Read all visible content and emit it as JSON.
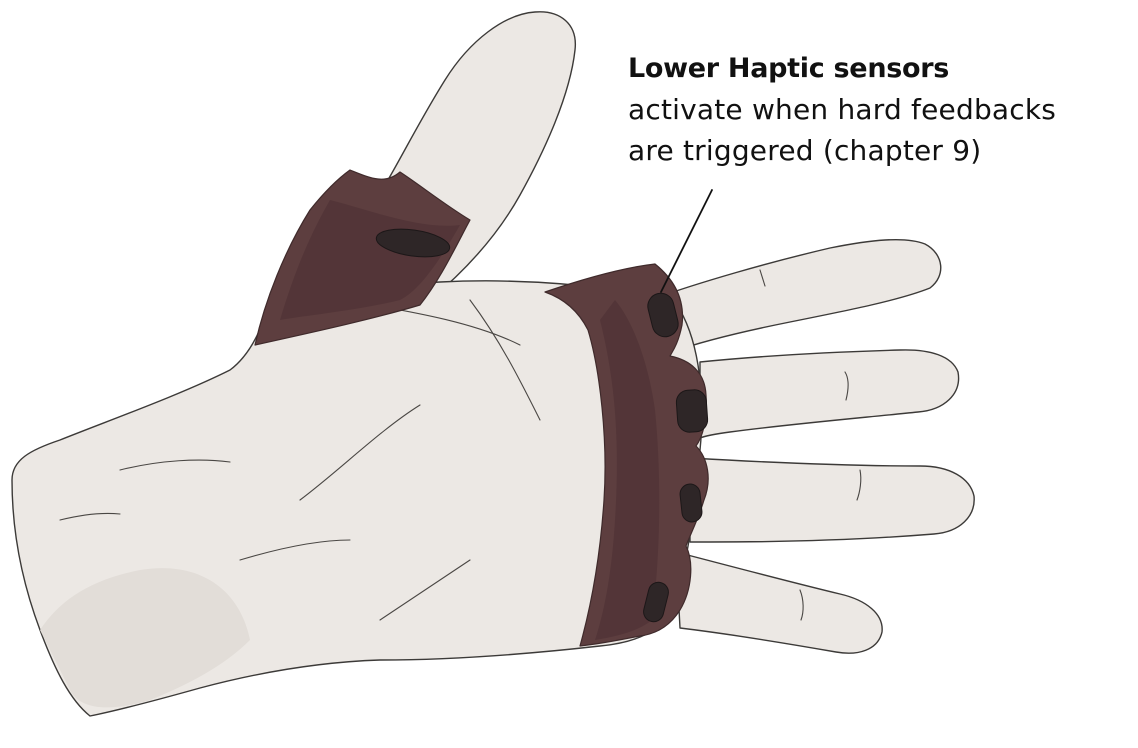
{
  "annotation": {
    "title": "Lower Haptic sensors",
    "line1": "activate when hard feedbacks",
    "line2": "are triggered (chapter 9)"
  },
  "colors": {
    "background": "#ffffff",
    "skin": "#ece8e4",
    "glove": "#5d3e3f",
    "sensor": "#2e2627",
    "outline": "#3c3a38",
    "text": "#111111"
  }
}
